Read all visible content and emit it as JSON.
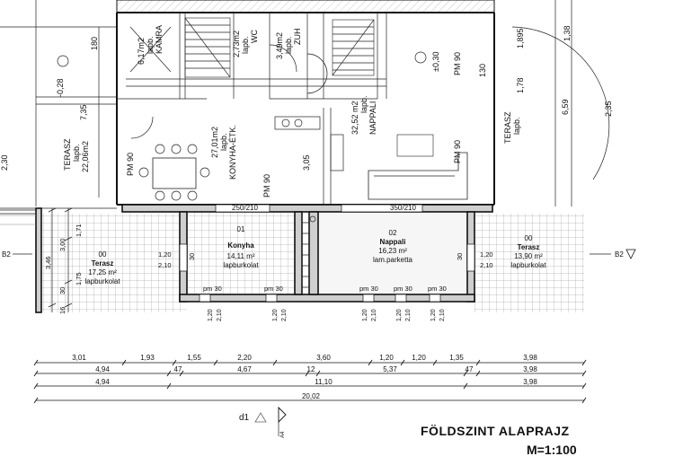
{
  "title": {
    "line1": "FÖLDSZINT ALAPRAJZ",
    "line2": "M=1:100"
  },
  "rooms": [
    {
      "num": "01",
      "name": "Konyha",
      "area": "14,11 m²",
      "floor": "lapburkolat"
    },
    {
      "num": "02",
      "name": "Nappali",
      "area": "16,23 m²",
      "floor": "lam.parketta"
    },
    {
      "num": "00",
      "name": "Terasz",
      "area": "17,25 m²",
      "floor": "lapburkolat"
    },
    {
      "num": "00",
      "name": "Terasz",
      "area": "13,90 m²",
      "floor": "lapburkolat"
    }
  ],
  "openings": {
    "top_left": "250/210",
    "top_right": "350/210",
    "pm": "pm 30",
    "w120": "1,20",
    "w210": "2,10",
    "h30": "30"
  },
  "left_dims": [
    "1,71",
    "3,00",
    "3,46",
    "1,75",
    "30",
    "16"
  ],
  "section_markers": {
    "left": "B2",
    "right": "B2",
    "elevation": "d1",
    "elev_sub": "A4"
  },
  "dim_rows": {
    "row1": [
      "3,01",
      "1,93",
      "1,55",
      "2,20",
      "3,60",
      "1,20",
      "1,20",
      "1,35",
      "3,98"
    ],
    "row2": [
      "4,94",
      "47",
      "4,67",
      "12",
      "5,37",
      "47",
      "3,98"
    ],
    "row3": [
      "4,94",
      "11,10",
      "3,98"
    ],
    "row4": [
      "20,02"
    ]
  },
  "upper_labels": {
    "terasz": "TERASZ",
    "terasz_sub": "lapb.",
    "terasz_area": "22,06m2",
    "terasz_r": "TERASZ",
    "terasz_r_sub": "lapb.",
    "konyha_etk": "KONYHA-ÉTK.",
    "konyha_sub": "lapb.",
    "konyha_area": "27,01m2",
    "nappali": "NAPPALI",
    "nappali_sub": "lapb.",
    "nappali_area": "32,52 m2",
    "kamra": "KAMRA",
    "kamra_sub": "lapb.",
    "kamra_area": "6,17m2",
    "wc": "WC",
    "wc_sub": "lapb.",
    "wc_area": "2,73m2",
    "zuh": "ZUH",
    "zuh_sub": "lapb.",
    "zuh_area": "3,49m2",
    "pm90a": "PM 90",
    "pm90b": "PM 90",
    "pm90c": "PM 90",
    "pm90d": "PM 90",
    "d180": "180",
    "d130": "130",
    "d1895": "1,895",
    "d138": "1,38",
    "d235": "2,35",
    "d659": "6,59",
    "d178": "1,78",
    "d735": "7,35",
    "d028": "-0,28",
    "d030": "±0,30",
    "d305": "3,05",
    "d230": "2,30"
  }
}
